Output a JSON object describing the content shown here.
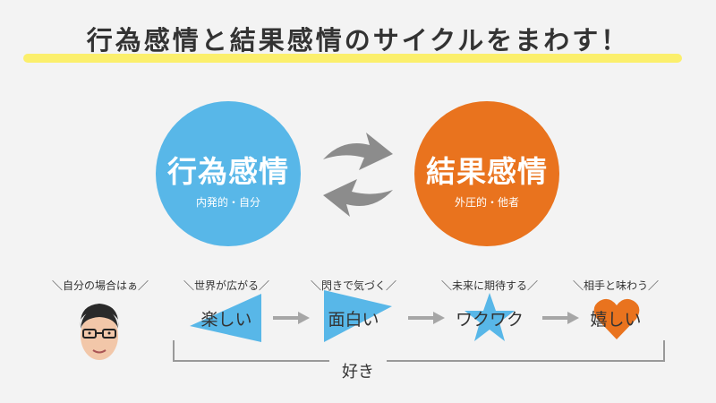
{
  "title": "行為感情と結果感情のサイクルをまわす！",
  "left_circle": {
    "main": "行為感情",
    "sub": "内発的・自分",
    "color": "#58b7e8"
  },
  "right_circle": {
    "main": "結果感情",
    "sub": "外圧的・他者",
    "color": "#e9731e"
  },
  "steps": [
    {
      "caption": "＼自分の場合はぁ／"
    },
    {
      "caption": "＼世界が広がる／",
      "label": "楽しい",
      "shape": "triangle-left",
      "color": "#58b7e8"
    },
    {
      "caption": "＼閃きで気づく／",
      "label": "面白い",
      "shape": "triangle-right",
      "color": "#58b7e8"
    },
    {
      "caption": "＼未来に期待する／",
      "label": "ワクワク",
      "shape": "star",
      "color": "#58b7e8"
    },
    {
      "caption": "＼相手と味わう／",
      "label": "嬉しい",
      "shape": "heart",
      "color": "#e9731e"
    }
  ],
  "bracket_label": "好き"
}
